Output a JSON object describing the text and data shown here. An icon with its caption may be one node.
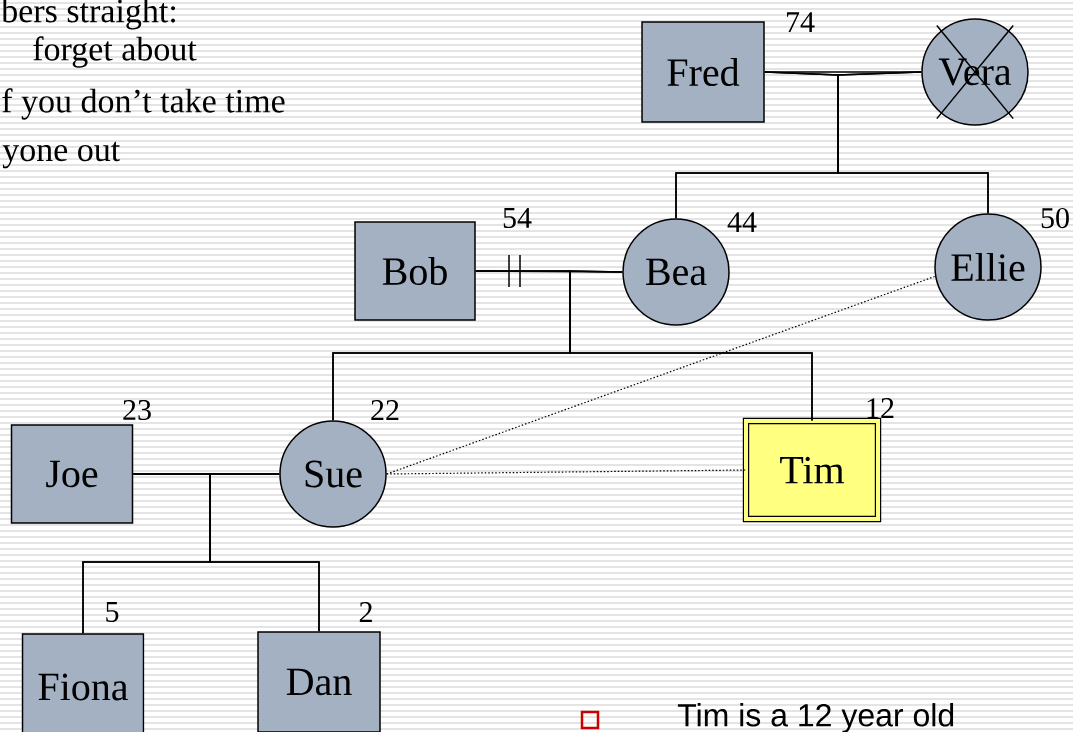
{
  "diagram": {
    "nodes": [
      {
        "text": [
          "Fred"
        ],
        "beside": [
          "74"
        ]
      },
      {
        "text": [
          "Vera"
        ]
      },
      {
        "text": [
          "Bob"
        ],
        "beside": [
          "54"
        ]
      },
      {
        "text": [
          "Bea"
        ],
        "beside": [
          "44"
        ]
      },
      {
        "text": [
          "Ellie"
        ],
        "beside": [
          "50"
        ]
      },
      {
        "text": [
          "Joe"
        ],
        "beside": [
          "23"
        ]
      },
      {
        "text": [
          "Sue"
        ],
        "beside": [
          "22"
        ]
      },
      {
        "text": [
          "Tim"
        ],
        "beside": [
          "12"
        ]
      },
      {
        "text": [
          "Fiona"
        ],
        "beside": [
          "5"
        ]
      },
      {
        "text": [
          "Dan"
        ],
        "beside": [
          "2"
        ]
      }
    ],
    "edges": [
      {
        "from": 0,
        "to": 1,
        "arrow": "none"
      },
      {
        "from": 0,
        "to": 3,
        "arrow": "none"
      },
      {
        "from": 1,
        "to": 3,
        "arrow": "none"
      },
      {
        "from": 0,
        "to": 4,
        "arrow": "none"
      },
      {
        "from": 1,
        "to": 4,
        "arrow": "none"
      },
      {
        "from": 2,
        "to": 3,
        "arrow": "none"
      },
      {
        "from": 2,
        "to": 6,
        "arrow": "none"
      },
      {
        "from": 3,
        "to": 6,
        "arrow": "none"
      },
      {
        "from": 2,
        "to": 7,
        "arrow": "none"
      },
      {
        "from": 3,
        "to": 7,
        "arrow": "none"
      },
      {
        "from": 5,
        "to": 6,
        "arrow": "none"
      },
      {
        "from": 5,
        "to": 8,
        "arrow": "none"
      },
      {
        "from": 6,
        "to": 8,
        "arrow": "none"
      },
      {
        "from": 5,
        "to": 9,
        "arrow": "none"
      },
      {
        "from": 6,
        "to": 9,
        "arrow": "none"
      },
      {
        "from": 6,
        "to": 7,
        "arrow": "none",
        "style": "dashed"
      },
      {
        "from": 6,
        "to": 4,
        "arrow": "none",
        "style": "dashed"
      }
    ],
    "labels": [
      "bers straight:",
      "forget about",
      "f you don’t take time",
      "yone out",
      "Tim is a 12 year old"
    ]
  }
}
